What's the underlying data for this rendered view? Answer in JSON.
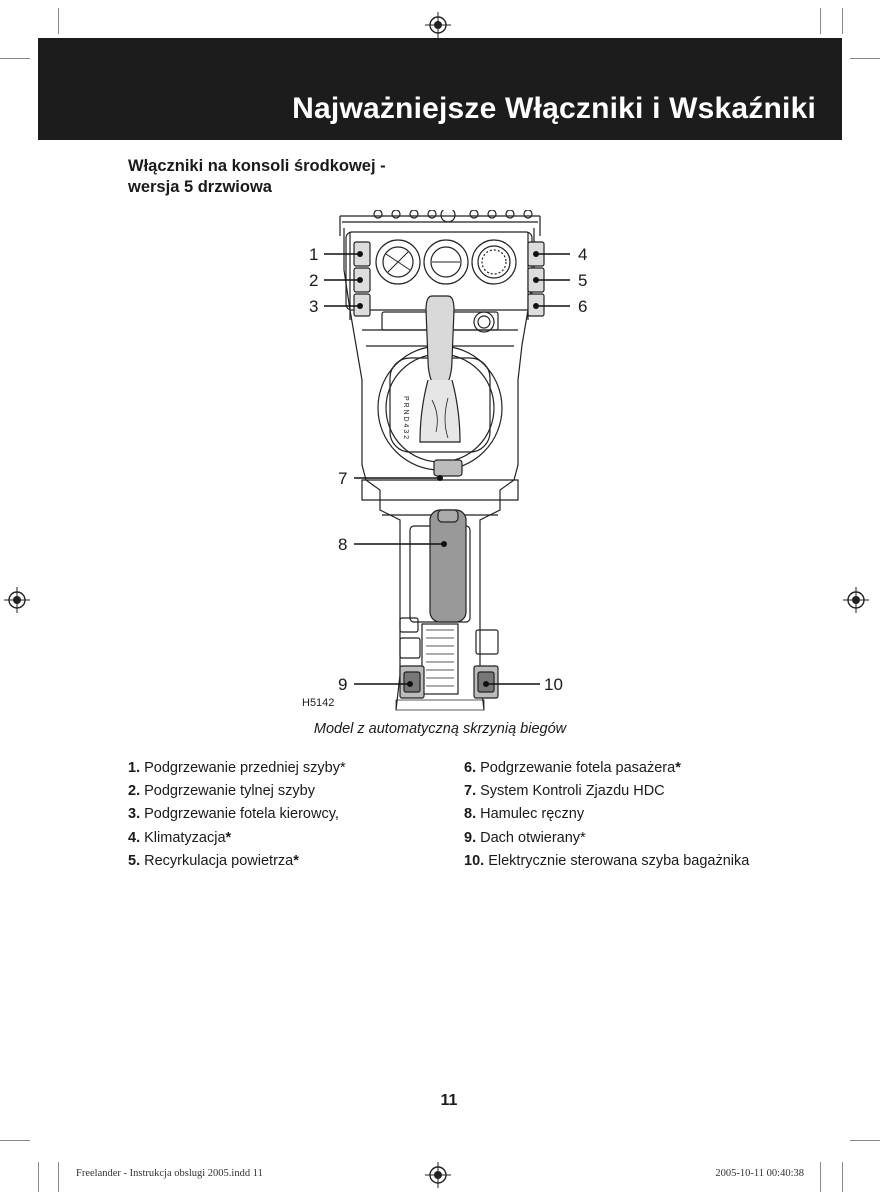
{
  "header": {
    "title": "Najważniejsze Włączniki i Wskaźniki"
  },
  "section": {
    "heading_line1": "Włączniki na konsoli środkowej -",
    "heading_line2": "wersja 5 drzwiowa"
  },
  "figure": {
    "id": "H5142",
    "caption": "Model z automatyczną skrzynią biegów",
    "callouts": [
      "1",
      "2",
      "3",
      "4",
      "5",
      "6",
      "7",
      "8",
      "9",
      "10"
    ],
    "selector_labels": "P R N D 4 3 2"
  },
  "legend": {
    "left": [
      {
        "num": "1.",
        "text": "Podgrzewanie przedniej szyby*"
      },
      {
        "num": "2.",
        "text": "Podgrzewanie tylnej szyby"
      },
      {
        "num": "3.",
        "text": "Podgrzewanie fotela kierowcy,"
      },
      {
        "num": "4.",
        "text": "Klimatyzacja",
        "mark": "*"
      },
      {
        "num": "5.",
        "text": "Recyrkulacja powietrza",
        "mark": "*"
      }
    ],
    "right": [
      {
        "num": "6.",
        "text": "Podgrzewanie fotela pasażera",
        "mark": "*"
      },
      {
        "num": "7.",
        "text": "System Kontroli Zjazdu HDC"
      },
      {
        "num": "8.",
        "text": "Hamulec ręczny"
      },
      {
        "num": "9.",
        "text": "Dach otwierany*"
      },
      {
        "num": "10.",
        "text": "Elektrycznie sterowana szyba bagażnika"
      }
    ]
  },
  "page_number": "11",
  "footer": {
    "left": "Freelander - Instrukcja obslugi 2005.indd   11",
    "right": "2005-10-11   00:40:38"
  }
}
